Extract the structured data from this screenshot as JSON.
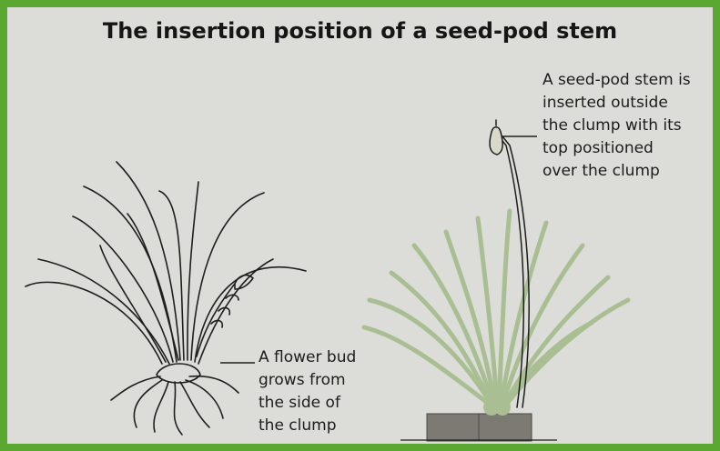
{
  "title": "The insertion position of a seed-pod stem",
  "labels": {
    "seed_pod": [
      "A seed-pod stem is",
      "inserted outside",
      "the clump with its",
      "top positioned",
      "over the clump"
    ],
    "flower_bud": [
      "A flower bud",
      "grows from",
      "the side of",
      "the clump"
    ]
  },
  "colors": {
    "frame_border": "#5aa832",
    "background": "#dcddd8",
    "ink": "#1e1e1e",
    "leaf_green": "#a9bf93",
    "pot": "#7d7a73"
  }
}
